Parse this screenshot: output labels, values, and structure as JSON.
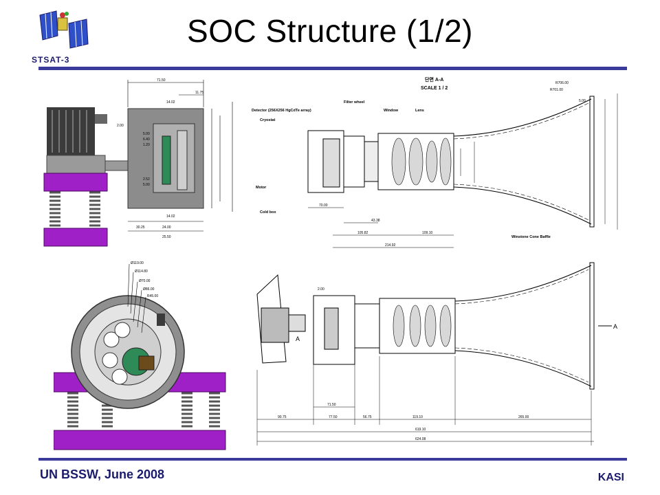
{
  "slide": {
    "title": "SOC Structure (1/2)",
    "logo_label": "STSAT-3",
    "footer_left": "UN BSSW, June 2008",
    "footer_right": "KASI"
  },
  "colors": {
    "accent_rule": "#3a3a9a",
    "footer_text": "#1b1b6e",
    "mount_purple": "#a020c8"
  },
  "drawing_top_left": {
    "dims": [
      "71.50",
      "14.02",
      "11.75",
      "2.00",
      "5.00",
      "6.40",
      "1.20",
      "2.52",
      "5.00",
      "30.25",
      "24.00",
      "25.50",
      "14.02"
    ]
  },
  "drawing_bottom_left": {
    "dims": [
      "Ø119.00",
      "Ø114.80",
      "Ø70.00",
      "Ø86.00",
      "R45.00"
    ]
  },
  "drawing_right_top": {
    "section_title": "단면 A-A",
    "scale": "SCALE 1 / 2",
    "labels": [
      "Detector (256X256 HgCdTe array)",
      "Cryostat",
      "Filter wheel",
      "Window",
      "Lens",
      "Motor",
      "Cold box",
      "Winstone Cone Baffle"
    ],
    "dims": [
      "R706.00",
      "R701.00",
      "5.00",
      "70.00",
      "43.38",
      "105.82",
      "109.10",
      "214.92"
    ]
  },
  "drawing_right_bottom": {
    "marker": "A",
    "dims": [
      "90.75",
      "77.50",
      "56.75",
      "119.10",
      "265.00",
      "619.10",
      "624.08",
      "71.50",
      "2.00"
    ]
  }
}
